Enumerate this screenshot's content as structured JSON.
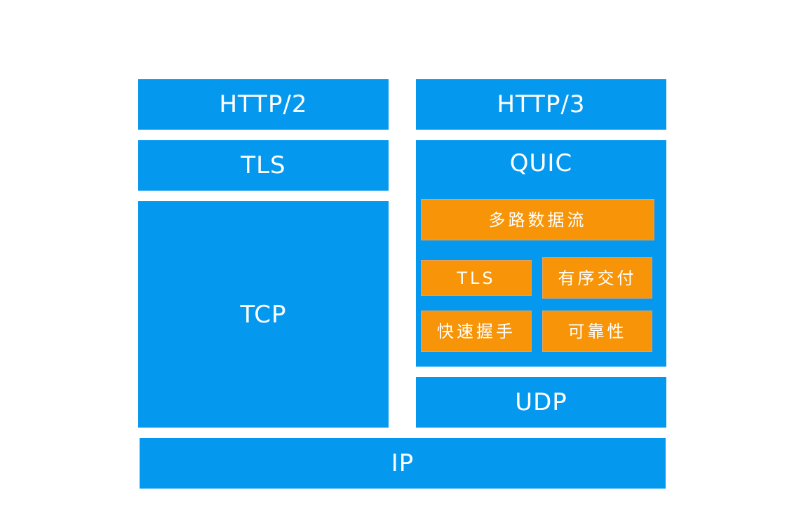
{
  "http2": "HTTP/2",
  "tls_left": "TLS",
  "tcp": "TCP",
  "http3": "HTTP/3",
  "quic": {
    "title": "QUIC",
    "features": {
      "multiplexed_streams": "多路数据流",
      "tls": "TLS",
      "ordered_delivery": "有序交付",
      "fast_handshake": "快速握手",
      "reliability": "可靠性"
    }
  },
  "udp": "UDP",
  "ip": "IP",
  "colors": {
    "layer_blue": "#0598ef",
    "feature_orange": "#f79407",
    "text": "#ffffff",
    "background": "#ffffff"
  }
}
